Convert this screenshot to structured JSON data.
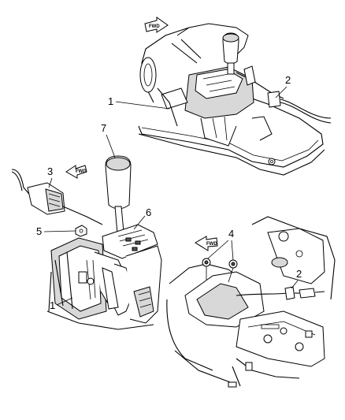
{
  "views": {
    "top_right": {
      "direction_arrow": "FWD",
      "callouts": [
        "1",
        "2"
      ]
    },
    "left": {
      "direction_arrow": "FWD",
      "callouts": [
        "7",
        "3",
        "6",
        "5",
        "1"
      ]
    },
    "bottom_right": {
      "direction_arrow": "FWD",
      "callouts": [
        "4",
        "2"
      ]
    }
  }
}
